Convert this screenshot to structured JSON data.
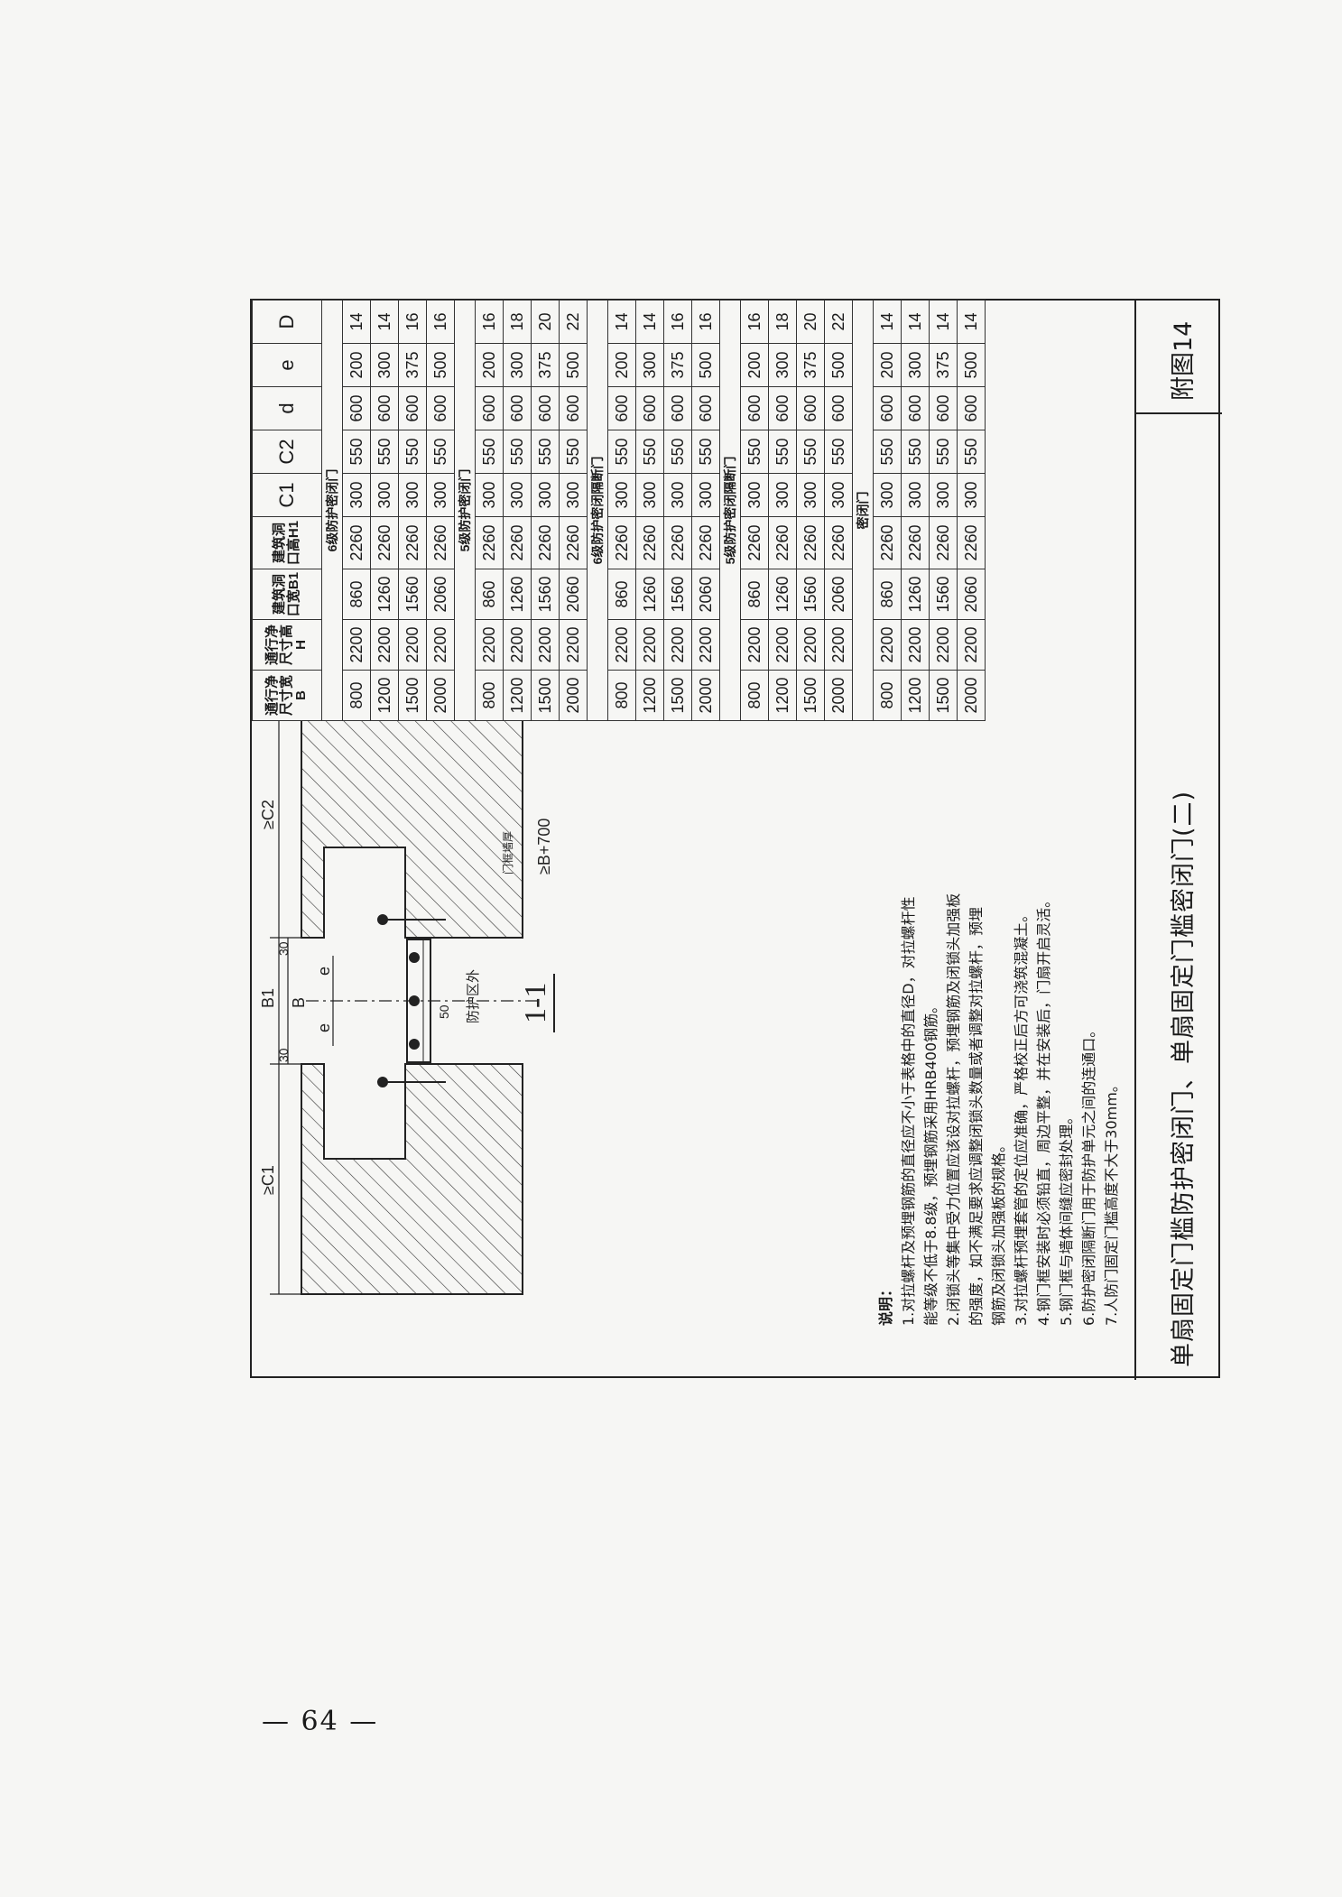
{
  "page_number": "— 64 —",
  "title_block": {
    "title": "单扇固定门槛防护密闭门、单扇固定门槛密闭门(二)",
    "figure_no": "附图14"
  },
  "section_label": "1-1",
  "dimension_labels": {
    "b1": "B1",
    "b": "B",
    "e": "e",
    "c1": "≥C1",
    "c2": "≥C2",
    "thirty": "30",
    "fifty": "50",
    "b700": "≥B+700",
    "wall_thick": "门框墙厚",
    "protected": "防护区外"
  },
  "table": {
    "headers": [
      "通行净尺寸宽B",
      "通行净尺寸高H",
      "建筑洞口宽B1",
      "建筑洞口高H1",
      "C1",
      "C2",
      "d",
      "e",
      "D"
    ],
    "sections": [
      {
        "title": "6级防护密闭门",
        "rows": [
          [
            "800",
            "2200",
            "860",
            "2260",
            "300",
            "550",
            "600",
            "200",
            "14"
          ],
          [
            "1200",
            "2200",
            "1260",
            "2260",
            "300",
            "550",
            "600",
            "300",
            "14"
          ],
          [
            "1500",
            "2200",
            "1560",
            "2260",
            "300",
            "550",
            "600",
            "375",
            "16"
          ],
          [
            "2000",
            "2200",
            "2060",
            "2260",
            "300",
            "550",
            "600",
            "500",
            "16"
          ]
        ]
      },
      {
        "title": "5级防护密闭门",
        "rows": [
          [
            "800",
            "2200",
            "860",
            "2260",
            "300",
            "550",
            "600",
            "200",
            "16"
          ],
          [
            "1200",
            "2200",
            "1260",
            "2260",
            "300",
            "550",
            "600",
            "300",
            "18"
          ],
          [
            "1500",
            "2200",
            "1560",
            "2260",
            "300",
            "550",
            "600",
            "375",
            "20"
          ],
          [
            "2000",
            "2200",
            "2060",
            "2260",
            "300",
            "550",
            "600",
            "500",
            "22"
          ]
        ]
      },
      {
        "title": "6级防护密闭隔断门",
        "rows": [
          [
            "800",
            "2200",
            "860",
            "2260",
            "300",
            "550",
            "600",
            "200",
            "14"
          ],
          [
            "1200",
            "2200",
            "1260",
            "2260",
            "300",
            "550",
            "600",
            "300",
            "14"
          ],
          [
            "1500",
            "2200",
            "1560",
            "2260",
            "300",
            "550",
            "600",
            "375",
            "16"
          ],
          [
            "2000",
            "2200",
            "2060",
            "2260",
            "300",
            "550",
            "600",
            "500",
            "16"
          ]
        ]
      },
      {
        "title": "5级防护密闭隔断门",
        "rows": [
          [
            "800",
            "2200",
            "860",
            "2260",
            "300",
            "550",
            "600",
            "200",
            "16"
          ],
          [
            "1200",
            "2200",
            "1260",
            "2260",
            "300",
            "550",
            "600",
            "300",
            "18"
          ],
          [
            "1500",
            "2200",
            "1560",
            "2260",
            "300",
            "550",
            "600",
            "375",
            "20"
          ],
          [
            "2000",
            "2200",
            "2060",
            "2260",
            "300",
            "550",
            "600",
            "500",
            "22"
          ]
        ]
      },
      {
        "title": "密闭门",
        "rows": [
          [
            "800",
            "2200",
            "860",
            "2260",
            "300",
            "550",
            "600",
            "200",
            "14"
          ],
          [
            "1200",
            "2200",
            "1260",
            "2260",
            "300",
            "550",
            "600",
            "300",
            "14"
          ],
          [
            "1500",
            "2200",
            "1560",
            "2260",
            "300",
            "550",
            "600",
            "375",
            "14"
          ],
          [
            "2000",
            "2200",
            "2060",
            "2260",
            "300",
            "550",
            "600",
            "500",
            "14"
          ]
        ]
      }
    ]
  },
  "notes": {
    "heading": "说明：",
    "lines": [
      "1.对拉螺杆及预埋钢筋的直径应不小于表格中的直径D，对拉螺杆性",
      "   能等级不低于8.8级，预埋钢筋采用HRB400钢筋。",
      "2.闭锁头等集中受力位置应该设对拉螺杆，预埋钢筋及闭锁头加强板",
      "   的强度，如不满足要求应调整闭锁头数量或者调整对拉螺杆，预埋",
      "   钢筋及闭锁头加强板的规格。",
      "3.对拉螺杆预埋套管的定位应准确，严格校正后方可浇筑混凝土。",
      "4.钢门框安装时必须铅直，周边平整，并在安装后，门扇开启灵活。",
      "5.钢门框与墙体间缝应密封处理。",
      "6.防护密闭隔断门用于防护单元之间的连通口。",
      "7.人防门固定门槛高度不大于30mm。"
    ]
  }
}
